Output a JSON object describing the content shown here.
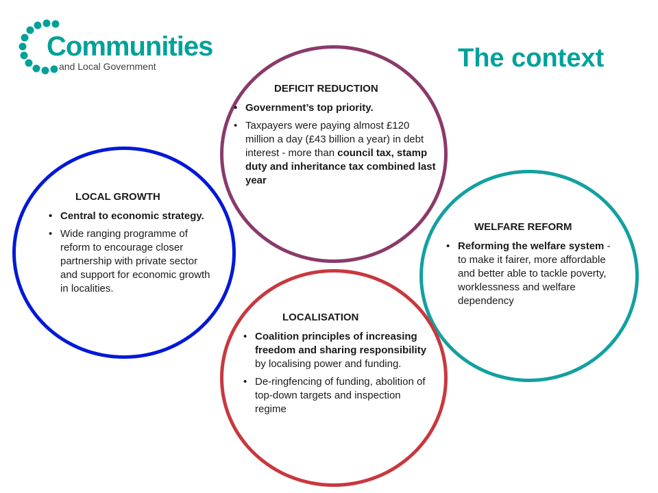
{
  "logo": {
    "name": "Communities",
    "subtitle": "and Local Government"
  },
  "colors": {
    "brand_teal": "#00a19a",
    "local_growth": "#0018d8",
    "deficit_reduction": "#8a3a6a",
    "welfare_reform": "#13a0a0",
    "localisation": "#c8383e"
  },
  "title": "The context",
  "deficit": {
    "heading": "DEFICIT REDUCTION",
    "bullet1": "Government’s top priority.",
    "bullet2_a": "Taxpayers were paying almost £120 million a day (£43 billion a year) in debt interest - more than ",
    "bullet2_b": "council tax, stamp duty and inheritance tax combined last year"
  },
  "growth": {
    "heading": "LOCAL GROWTH",
    "bullet1": "Central to economic strategy.",
    "bullet2": "Wide ranging programme of reform to encourage closer partnership with private sector and support for economic growth in localities."
  },
  "welfare": {
    "heading": "WELFARE REFORM",
    "bullet1_a": "Reforming the welfare system",
    "bullet1_b": "  - to make it fairer, more affordable and better able to tackle poverty, worklessness and welfare dependency"
  },
  "local": {
    "heading": "LOCALISATION",
    "bullet1_a": "Coalition principles of increasing freedom and sharing responsibility",
    "bullet1_b": " by localising power and funding.",
    "bullet2": "De-ringfencing of funding, abolition of top-down targets and inspection regime"
  }
}
